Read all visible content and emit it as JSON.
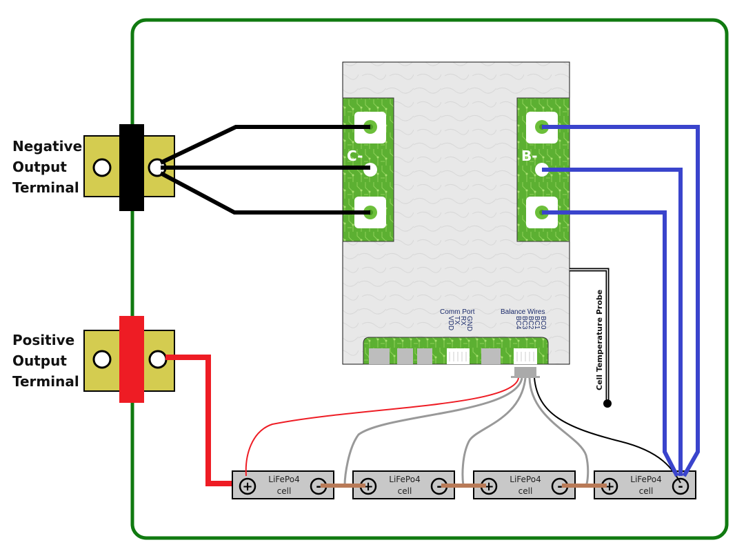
{
  "diagram": {
    "type": "BMS wiring diagram",
    "enclosure_color": "#107a10",
    "terminals": {
      "negative": {
        "label_lines": [
          "Negative",
          "Output",
          "Terminal"
        ],
        "clamp_color": "#000000",
        "plate_color": "#d4cc50"
      },
      "positive": {
        "label_lines": [
          "Positive",
          "Output",
          "Terminal"
        ],
        "clamp_color": "#ee1c24",
        "plate_color": "#d4cc50"
      }
    },
    "bms": {
      "pads": {
        "c_minus": "C-",
        "b_minus": "B-"
      },
      "comm_port": {
        "title": "Comm Port",
        "pins": [
          "GND",
          "RX",
          "TX",
          "VDD"
        ]
      },
      "balance_wires": {
        "title": "Balance Wires",
        "pins": [
          "BC0",
          "BC1",
          "BC2",
          "BC3",
          "BC4"
        ]
      },
      "probe_label": "Cell Temperature Probe",
      "pcb_color": "#5cb032",
      "board_color": "#e6e6e6"
    },
    "cells": [
      {
        "label_line1": "LiFePo4",
        "label_line2": "cell",
        "plus": "+",
        "minus": "-"
      },
      {
        "label_line1": "LiFePo4",
        "label_line2": "cell",
        "plus": "+",
        "minus": "-"
      },
      {
        "label_line1": "LiFePo4",
        "label_line2": "cell",
        "plus": "+",
        "minus": "-"
      },
      {
        "label_line1": "LiFePo4",
        "label_line2": "cell",
        "plus": "+",
        "minus": "-"
      }
    ],
    "wire_colors": {
      "negative_output": "#000000",
      "positive_output": "#ee1c24",
      "b_minus": "#3a44cc",
      "cell_link": "#b97a57",
      "balance_grey": "#999999",
      "balance_red": "#ee1c24",
      "balance_black": "#000000"
    }
  }
}
